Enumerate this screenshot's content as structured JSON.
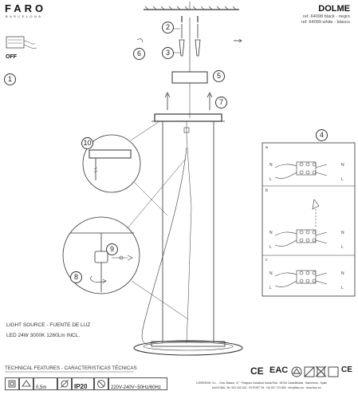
{
  "header": {
    "brand": "FARO",
    "brand_sub": "BARCELONA",
    "product": "DOLME",
    "ref_black": "ref. 64098 black - negro",
    "ref_white": "ref. 64099 white - blanco"
  },
  "steps": {
    "s1": "1",
    "s2": "2",
    "s3": "3",
    "s4": "4",
    "s5": "5",
    "s6": "6",
    "s7": "7",
    "s8": "8",
    "s9": "9",
    "s10": "10"
  },
  "switch_label": "OFF",
  "wiring": {
    "panel_a": "a",
    "panel_b": "b",
    "panel_c": "c",
    "n": "N",
    "l": "L"
  },
  "light_source": {
    "title": "LIGHT SOURCE - FUENTE DE LUZ",
    "spec": "LED 24W 3000K 1260Lm INCL."
  },
  "technical": {
    "title": "TECHNICAL FEATURES - CARACTERISTICAS TÉCNICAS",
    "cable": "0,5m",
    "ip": "IP20",
    "voltage": "220V-240V~50Hz/60Hz"
  },
  "certs": {
    "ce1": "CE",
    "eac": "EAC",
    "ce2": "CE"
  },
  "footer": {
    "line1": "LORENFAR, S.L. - Ctra. Mataró, 47 · Polígono Industrial Santa Rita · 08700 Castellbisbal · Barcelona - Spain",
    "line2": "NACIONAL Tel. 902 153 153 - EXPORT Tel. +34 937 723 883 · info@faro.es · www.faro.es"
  }
}
